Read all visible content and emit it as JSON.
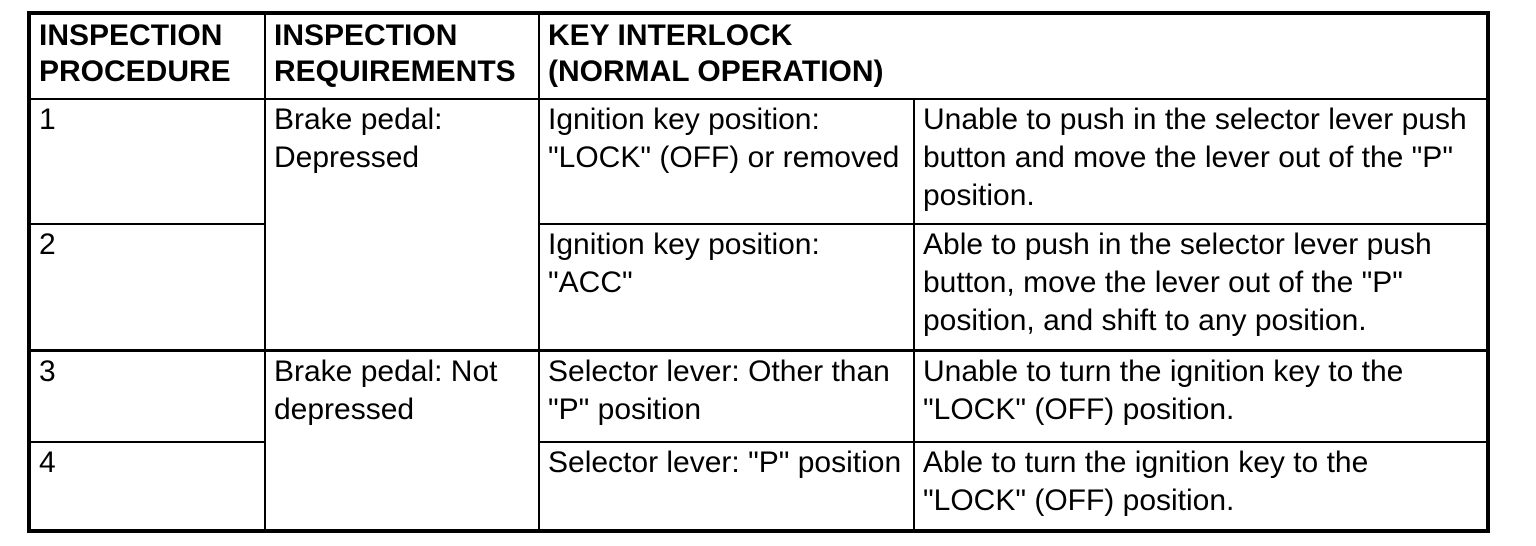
{
  "colors": {
    "table_border": "#000000",
    "text": "#000000",
    "background": "#ffffff"
  },
  "table": {
    "headers": [
      "INSPECTION\nPROCEDURE",
      "INSPECTION\nREQUIREMENTS",
      "KEY INTERLOCK\n(NORMAL OPERATION)"
    ],
    "rows": [
      {
        "procedure": "1",
        "requirement": "Brake pedal:\nDepressed",
        "condition": "Ignition key position:\n\"LOCK\" (OFF) or removed",
        "result": "Unable to push in the selector lever push\nbutton and move the lever out of the \"P\"\nposition."
      },
      {
        "procedure": "2",
        "condition": "Ignition key position:\n\"ACC\"",
        "result": "Able to push in the selector lever push\nbutton, move the lever out of the \"P\"\nposition, and shift to any position."
      },
      {
        "procedure": "3",
        "requirement": "Brake pedal: Not\ndepressed",
        "condition": "Selector lever: Other than\n\"P\" position",
        "result": "Unable to turn the ignition key to the\n\"LOCK\" (OFF) position."
      },
      {
        "procedure": "4",
        "condition": "Selector lever: \"P\" position",
        "result": "Able to turn the ignition key to the\n\"LOCK\" (OFF) position."
      }
    ]
  }
}
